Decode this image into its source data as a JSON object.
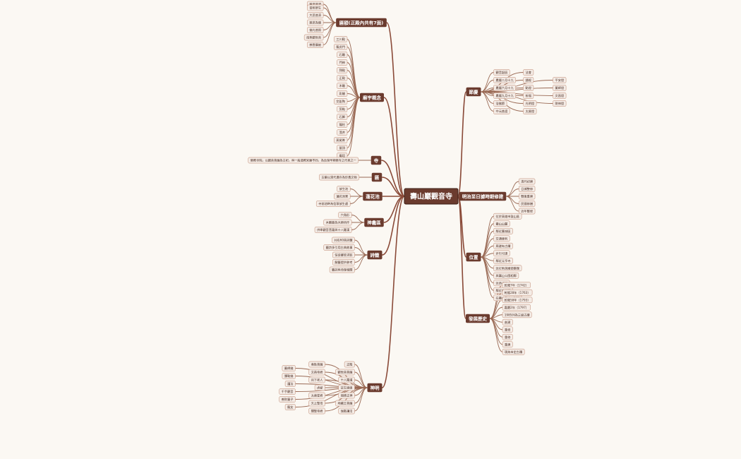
{
  "root": "壽山巖觀音寺",
  "branches": [
    {
      "key": "tablets",
      "label": "匾額(正殿內共有7面)",
      "items": [
        "慈悲普渡",
        "普照眾生",
        "大悲普濟",
        "慈悲為懷",
        "佛光普照",
        "南無觀世音",
        "慈雲廣被"
      ]
    },
    {
      "key": "gods",
      "label": "廟宇概念",
      "items": [
        "三川殿",
        "龍虎門",
        "石雕",
        "門神",
        "拜殿",
        "正殿",
        "木雕",
        "彩繪",
        "交趾陶",
        "剪黏",
        "石獅",
        "龍柱",
        "藻井",
        "燕尾脊",
        "屋頂",
        "廟埕"
      ]
    },
    {
      "key": "temple",
      "label": "寺",
      "items": [
        "佛教寺院，以觀音菩薩為主祀，與一般道教宮廟不同，為台灣早期佛寺之代表之一"
      ]
    },
    {
      "key": "plaque",
      "label": "匾",
      "items": [
        "古匾以清代遺存為珍貴文物"
      ]
    },
    {
      "key": "lotus",
      "label": "蓮花池",
      "items": [
        "放生池",
        "蓮花池景",
        "寺前池畔為信眾放生處"
      ]
    },
    {
      "key": "shrine",
      "label": "神龕區",
      "items": [
        "六角形",
        "木雕龕為大師所作",
        "供奉觀音菩薩與十八羅漢"
      ]
    },
    {
      "key": "poems",
      "label": "詩籤",
      "items": [
        "共有60首詩籤",
        "籤詩多引用古典故事",
        "信徒擲筊求取",
        "解籤提供參考",
        "籤詩與命理相關"
      ]
    },
    {
      "key": "deities",
      "label": "神明",
      "items": [
        "正殿",
        "觀世音菩薩",
        "十八羅漢",
        "註生娘娘",
        "福德正神",
        "地藏王菩薩",
        "伽藍護法",
        "韋馱菩薩",
        "文昌帝君",
        "月下老人",
        "虎爺",
        "太歲星君",
        "天上聖母",
        "關聖帝君",
        "藥師佛",
        "彌勒佛",
        "護法",
        "千手觀音",
        "善財童子",
        "龍女"
      ]
    },
    {
      "key": "festival",
      "label": "節慶",
      "items": [
        "觀音誕辰",
        "農曆二月十九",
        "農曆六月十九",
        "農曆九月十九",
        "浴佛節",
        "中元普渡",
        "法會",
        "誦經",
        "點燈",
        "祈福",
        "光明燈",
        "太歲燈",
        "平安燈",
        "藥師燈",
        "文昌燈",
        "財神燈"
      ]
    },
    {
      "key": "renovations",
      "label": "明治至日據時期修建",
      "items": [
        "清代初建",
        "日據整修",
        "戰後重建",
        "民國修繕",
        "近年整修"
      ]
    },
    {
      "key": "location",
      "label": "位置",
      "items": [
        "位於高雄市鼓山區",
        "壽山山麓",
        "鄰近舊城區",
        "交通便利",
        "周邊有古蹟",
        "步行可達",
        "鄰近元亨寺",
        "近打狗英國領事館",
        "與壽山公園相鄰",
        "近西子灣",
        "鄰近哨船頭",
        "在壽山登山口附近"
      ]
    },
    {
      "key": "history",
      "label": "發展歷史",
      "items": [
        "乾隆7年（1742）",
        "乾隆28年（1763）",
        "乾隆58年（1793）",
        "嘉慶2年（1797）",
        "1985列為三級古蹟",
        "創建",
        "重修",
        "重修",
        "重建",
        "現為市定古蹟"
      ]
    }
  ]
}
